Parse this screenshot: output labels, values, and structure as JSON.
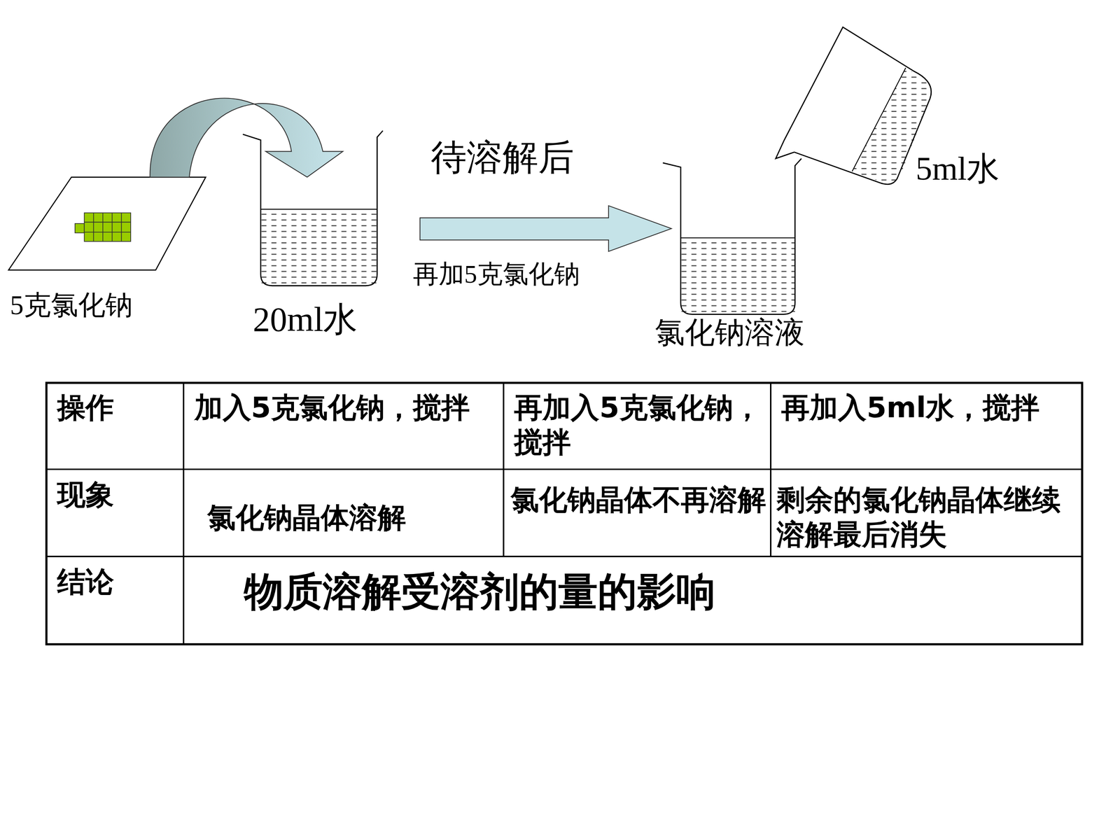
{
  "diagram": {
    "labels": [
      "待溶解后",
      "5ml水",
      "再加5克氯化钠",
      "5克氯化钠",
      "20ml水",
      "氯化钠溶液",
      "操作",
      "加入5克氯化钠，搅拌",
      "再加入5克氯化钠，搅拌",
      "再加入5ml水，搅拌",
      "现象",
      "氯化钠晶体溶解",
      "氯化钠晶体不再溶解",
      "剩余的氯化钠晶体继续溶解最后消失",
      "结论",
      "物质溶解受溶剂的量的影响"
    ]
  }
}
